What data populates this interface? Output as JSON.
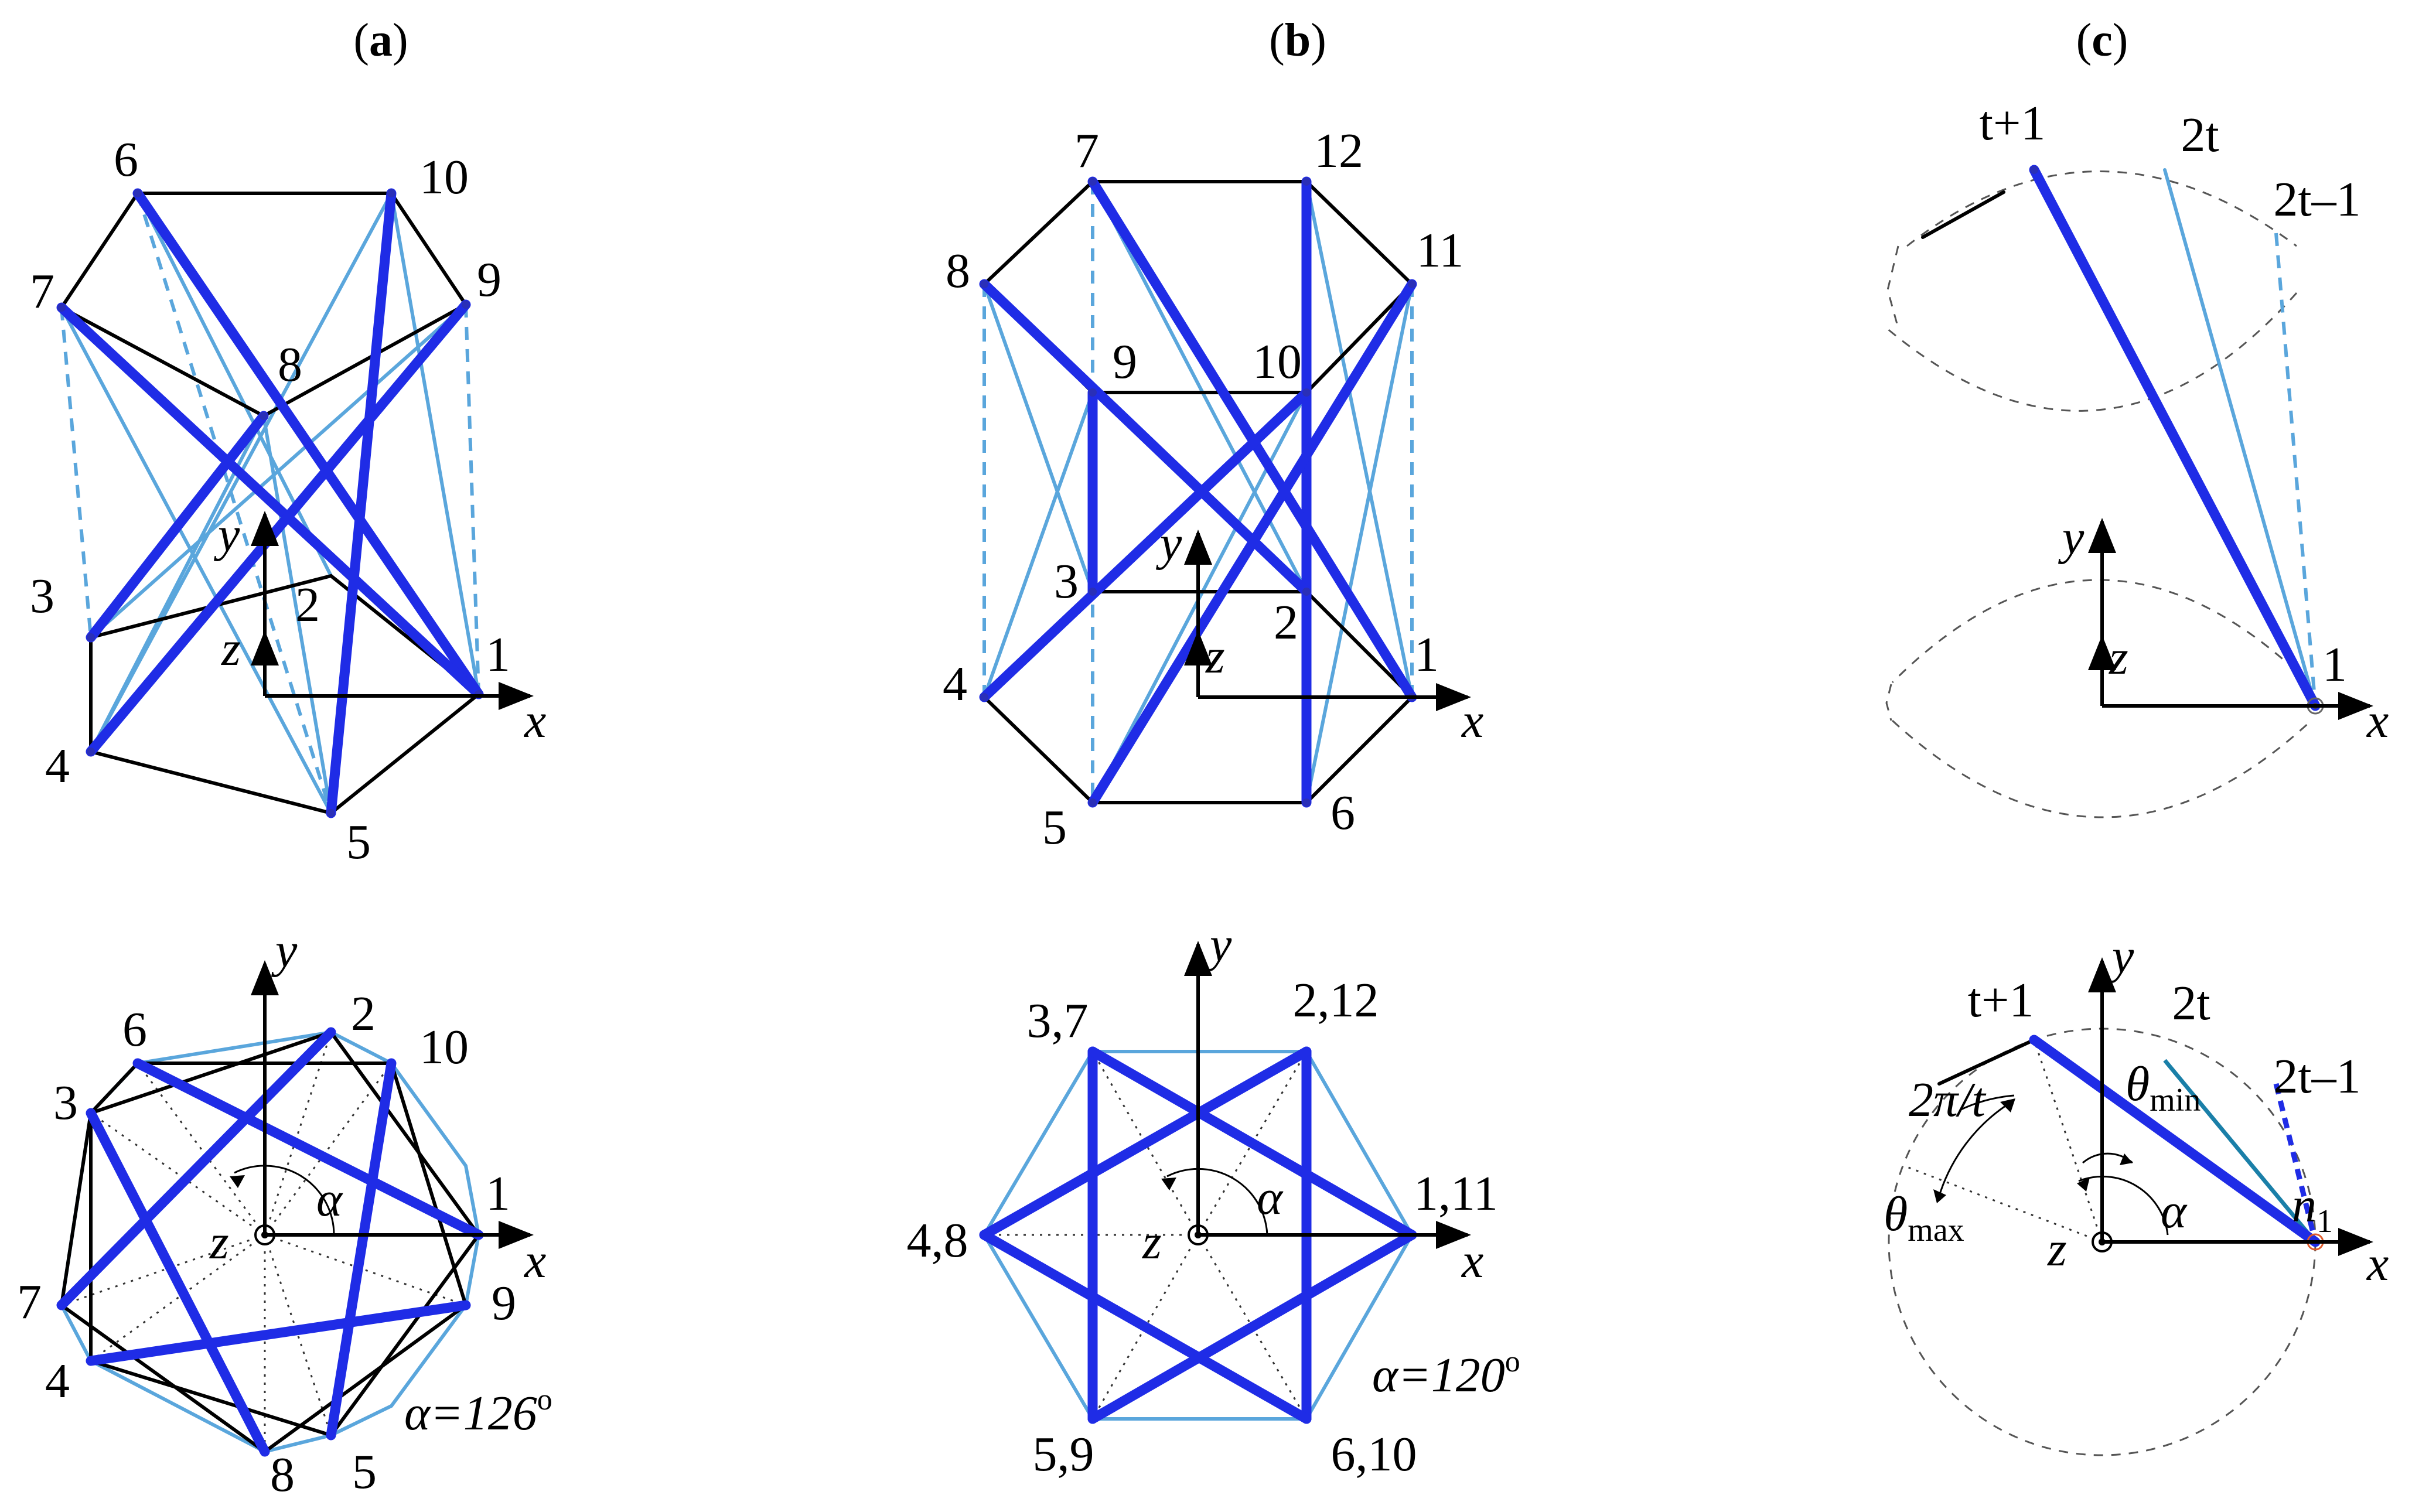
{
  "panels": {
    "a": {
      "label": "(a)",
      "label_letter": "a"
    },
    "b": {
      "label": "(b)",
      "label_letter": "b"
    },
    "c": {
      "label": "(c)",
      "label_letter": "c"
    }
  },
  "axes": {
    "x": "x",
    "y": "y",
    "z": "z"
  },
  "a_top_nodes": {
    "n1": "1",
    "n2": "2",
    "n3": "3",
    "n4": "4",
    "n5": "5",
    "n6": "6",
    "n7": "7",
    "n8": "8",
    "n9": "9",
    "n10": "10"
  },
  "a_bottom_nodes": {
    "n1": "1",
    "n2": "2",
    "n3": "3",
    "n4": "4",
    "n5": "5",
    "n6": "6",
    "n7": "7",
    "n8": "8",
    "n9": "9",
    "n10": "10"
  },
  "a_angle": {
    "symbol": "α",
    "value": "α=126",
    "degree": "o"
  },
  "b_top_nodes": {
    "n1": "1",
    "n2": "2",
    "n3": "3",
    "n4": "4",
    "n5": "5",
    "n6": "6",
    "n7": "7",
    "n8": "8",
    "n9": "9",
    "n10": "10",
    "n11": "11",
    "n12": "12"
  },
  "b_bottom_nodes": {
    "n37": "3,7",
    "n212": "2,12",
    "n48": "4,8",
    "n111": "1,11",
    "n59": "5,9",
    "n610": "6,10"
  },
  "b_angle": {
    "symbol": "α",
    "value": "α=120",
    "degree": "o"
  },
  "c_top_nodes": {
    "tp1": "t+1",
    "t2": "2t",
    "t2m1": "2t–1",
    "n1": "1"
  },
  "c_bottom_nodes": {
    "tp1": "t+1",
    "t2": "2t",
    "t2m1": "2t–1",
    "n1": "n",
    "n1_sub": "1",
    "two_pi_t": "2π/t",
    "theta": "θ",
    "min": "min",
    "max": "max",
    "alpha": "α"
  }
}
